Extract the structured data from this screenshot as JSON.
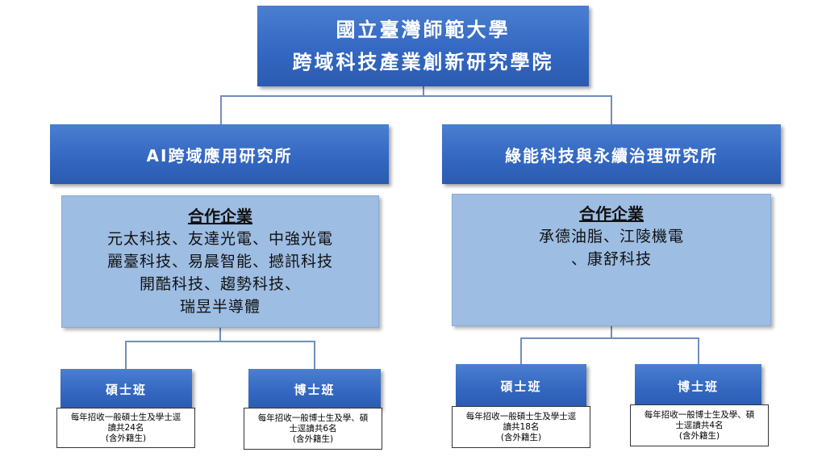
{
  "college": {
    "line1": "國立臺灣師範大學",
    "line2": "跨域科技產業創新研究學院"
  },
  "left": {
    "institute": "AI跨域應用研究所",
    "partners_heading": "合作企業",
    "partners_lines": [
      "元太科技、友達光電、中強光電",
      "麗臺科技、易晨智能、撼訊科技",
      "開酷科技、趨勢科技、",
      "瑞昱半導體"
    ],
    "masters": {
      "label": "碩士班",
      "desc_lines": [
        "每年招收一般碩士生及學士逕",
        "讀共24名",
        "(含外籍生)"
      ]
    },
    "phd": {
      "label": "博士班",
      "desc_lines": [
        "每年招收一般博士生及學、碩",
        "士逕讀共6名",
        "(含外籍生)"
      ]
    }
  },
  "right": {
    "institute": "綠能科技與永續治理研究所",
    "partners_heading": "合作企業",
    "partners_lines": [
      "承德油脂、江陵機電",
      "、康舒科技"
    ],
    "masters": {
      "label": "碩士班",
      "desc_lines": [
        "每年招收一般碩士生及學士逕",
        "讀共18名",
        "(含外籍生)"
      ]
    },
    "phd": {
      "label": "博士班",
      "desc_lines": [
        "每年招收一般博士生及學、碩",
        "士逕讀共4名",
        "(含外籍生)"
      ]
    }
  }
}
